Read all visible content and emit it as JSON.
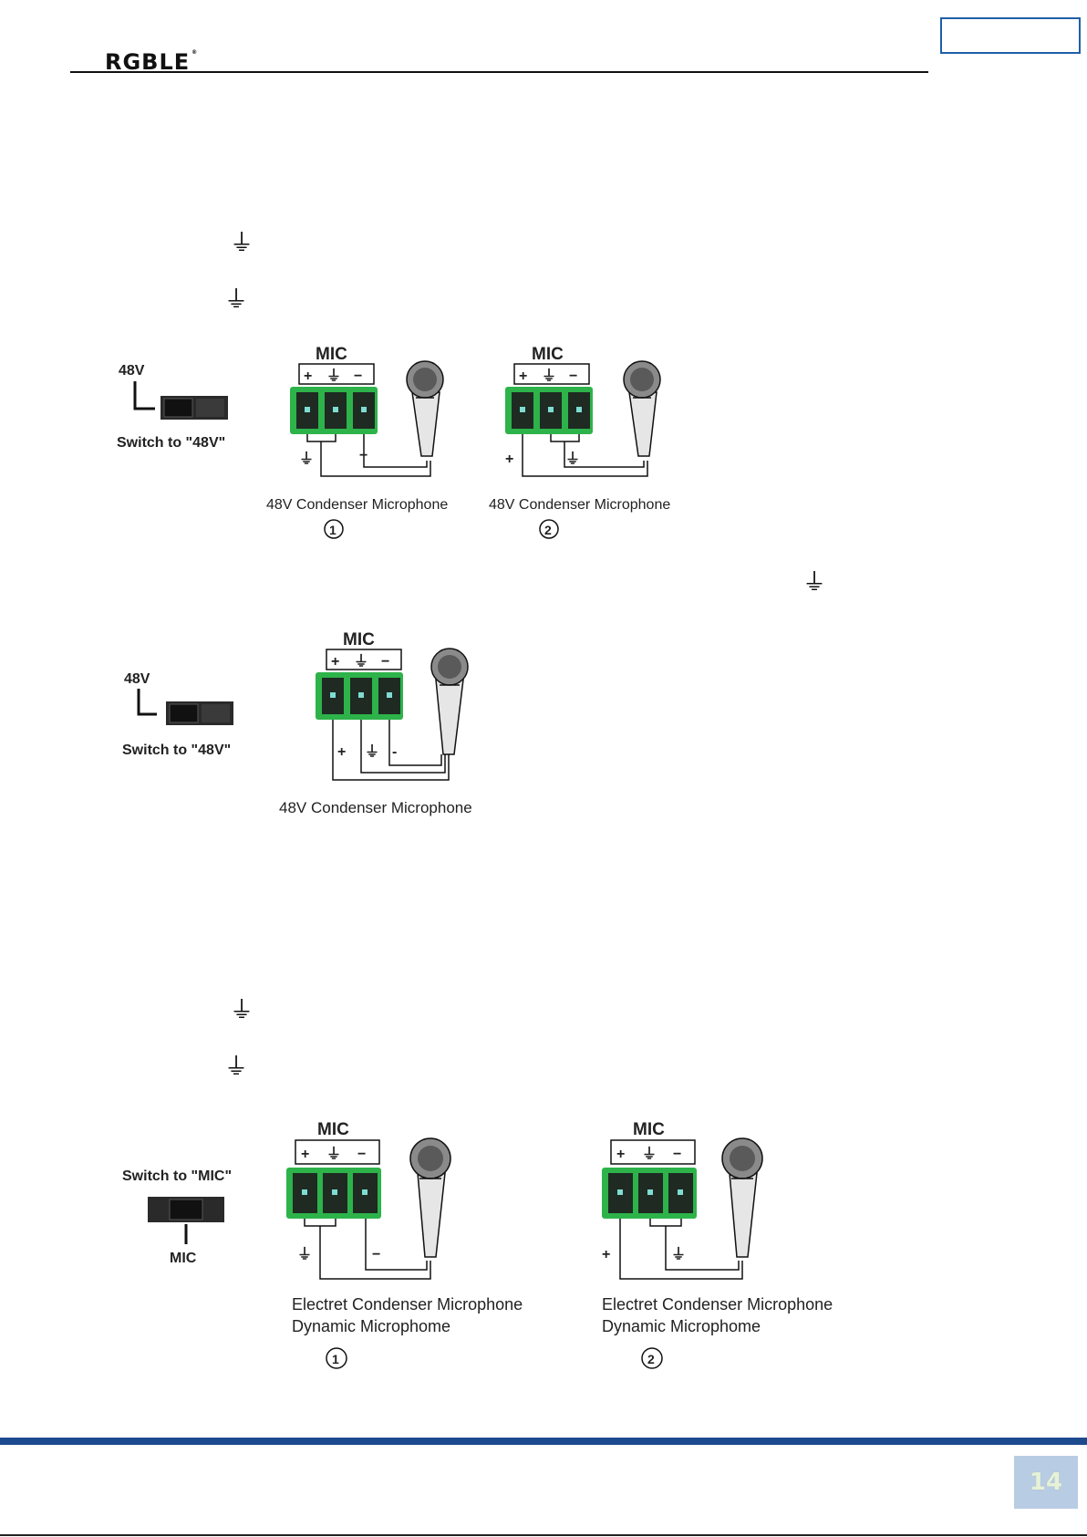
{
  "header": {
    "brand": "RGBLE",
    "trademark": "®"
  },
  "ground_symbol": "⏚",
  "figure1": {
    "switch_label": "48V",
    "switch_caption": "Switch to \"48V\"",
    "header_label": "MIC",
    "terminals": [
      "+",
      "⏚",
      "−"
    ],
    "diagrams": [
      {
        "left_mark": "⏚",
        "right_mark": "−",
        "caption": "48V Condenser Microphone",
        "number": "1"
      },
      {
        "left_mark": "+",
        "right_mark": "⏚",
        "caption": "48V Condenser Microphone",
        "number": "2"
      }
    ]
  },
  "figure2": {
    "switch_label": "48V",
    "switch_caption": "Switch to \"48V\"",
    "header_label": "MIC",
    "terminals": [
      "+",
      "⏚",
      "−"
    ],
    "marks": [
      "+",
      "⏚",
      "-"
    ],
    "caption": "48V Condenser Microphone"
  },
  "figure3": {
    "switch_caption": "Switch to \"MIC\"",
    "switch_label": "MIC",
    "header_label": "MIC",
    "terminals": [
      "+",
      "⏚",
      "−"
    ],
    "diagrams": [
      {
        "left_mark": "⏚",
        "right_mark": "−",
        "caption_line1": "Electret Condenser Microphone",
        "caption_line2": "Dynamic Microphome",
        "number": "1"
      },
      {
        "left_mark": "+",
        "right_mark": "⏚",
        "caption_line1": "Electret Condenser Microphone",
        "caption_line2": "Dynamic Microphome",
        "number": "2"
      }
    ]
  },
  "footer": {
    "page_number": "14"
  },
  "colors": {
    "accent": "#1d4a8e",
    "terminal_green": "#2db34a",
    "terminal_dark": "#1e2a22",
    "page_box": "#b8cce4"
  }
}
